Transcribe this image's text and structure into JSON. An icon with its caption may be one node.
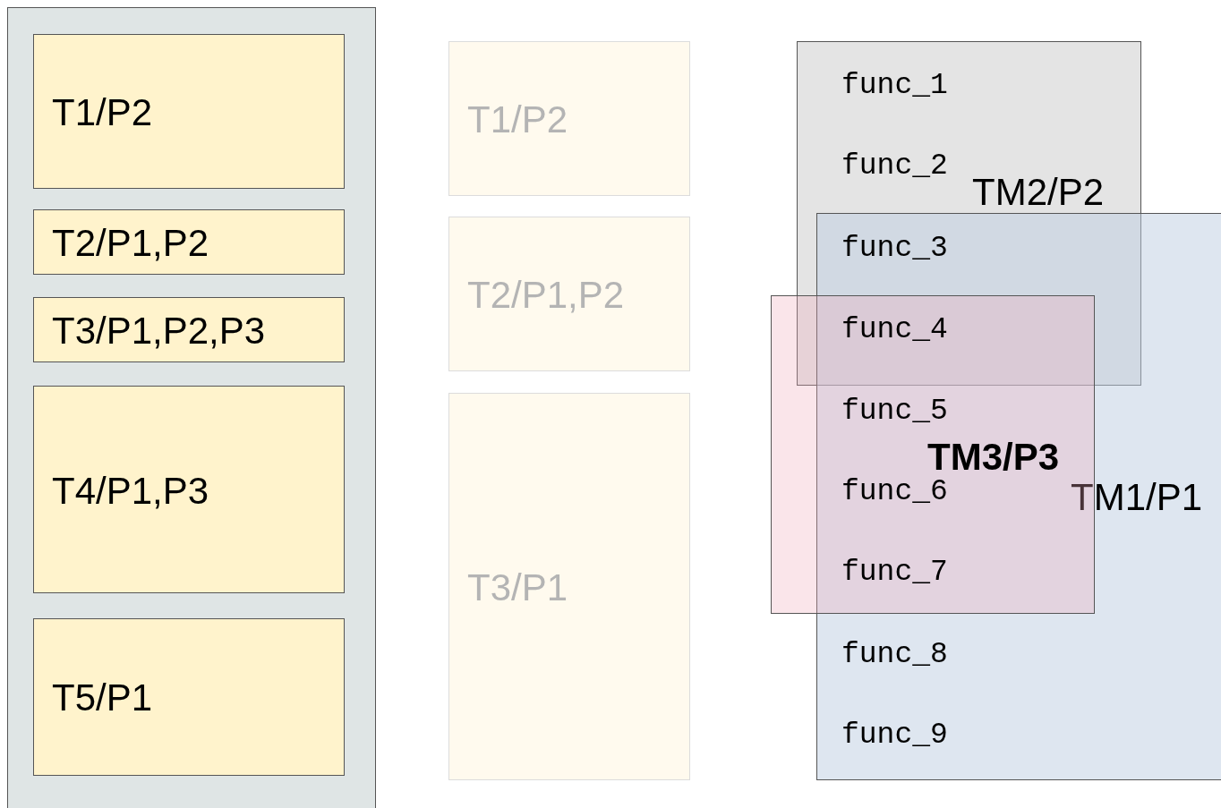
{
  "diagram": {
    "nodes": [
      {
        "text": [],
        "shape": "box"
      },
      {
        "text": [
          "T1/P2"
        ],
        "in": 0
      },
      {
        "text": [
          "T2/P1,P2"
        ],
        "in": 0
      },
      {
        "text": [
          "T3/P1,P2,P3"
        ],
        "in": 0
      },
      {
        "text": [
          "T4/P1,P3"
        ],
        "in": 0
      },
      {
        "text": [
          "T5/P1"
        ],
        "in": 0
      },
      {
        "text": [
          "T1/P2"
        ]
      },
      {
        "text": [
          "T2/P1,P2"
        ]
      },
      {
        "text": [
          "T3/P1"
        ]
      },
      {
        "text": [
          "TM2/P2"
        ]
      },
      {
        "text": [
          "TM1/P1"
        ]
      },
      {
        "text": [
          "TM3/P3"
        ]
      }
    ],
    "labels": [
      "func_1",
      "func_2",
      "func_3",
      "func_4",
      "func_5",
      "func_6",
      "func_7",
      "func_8",
      "func_9"
    ]
  }
}
